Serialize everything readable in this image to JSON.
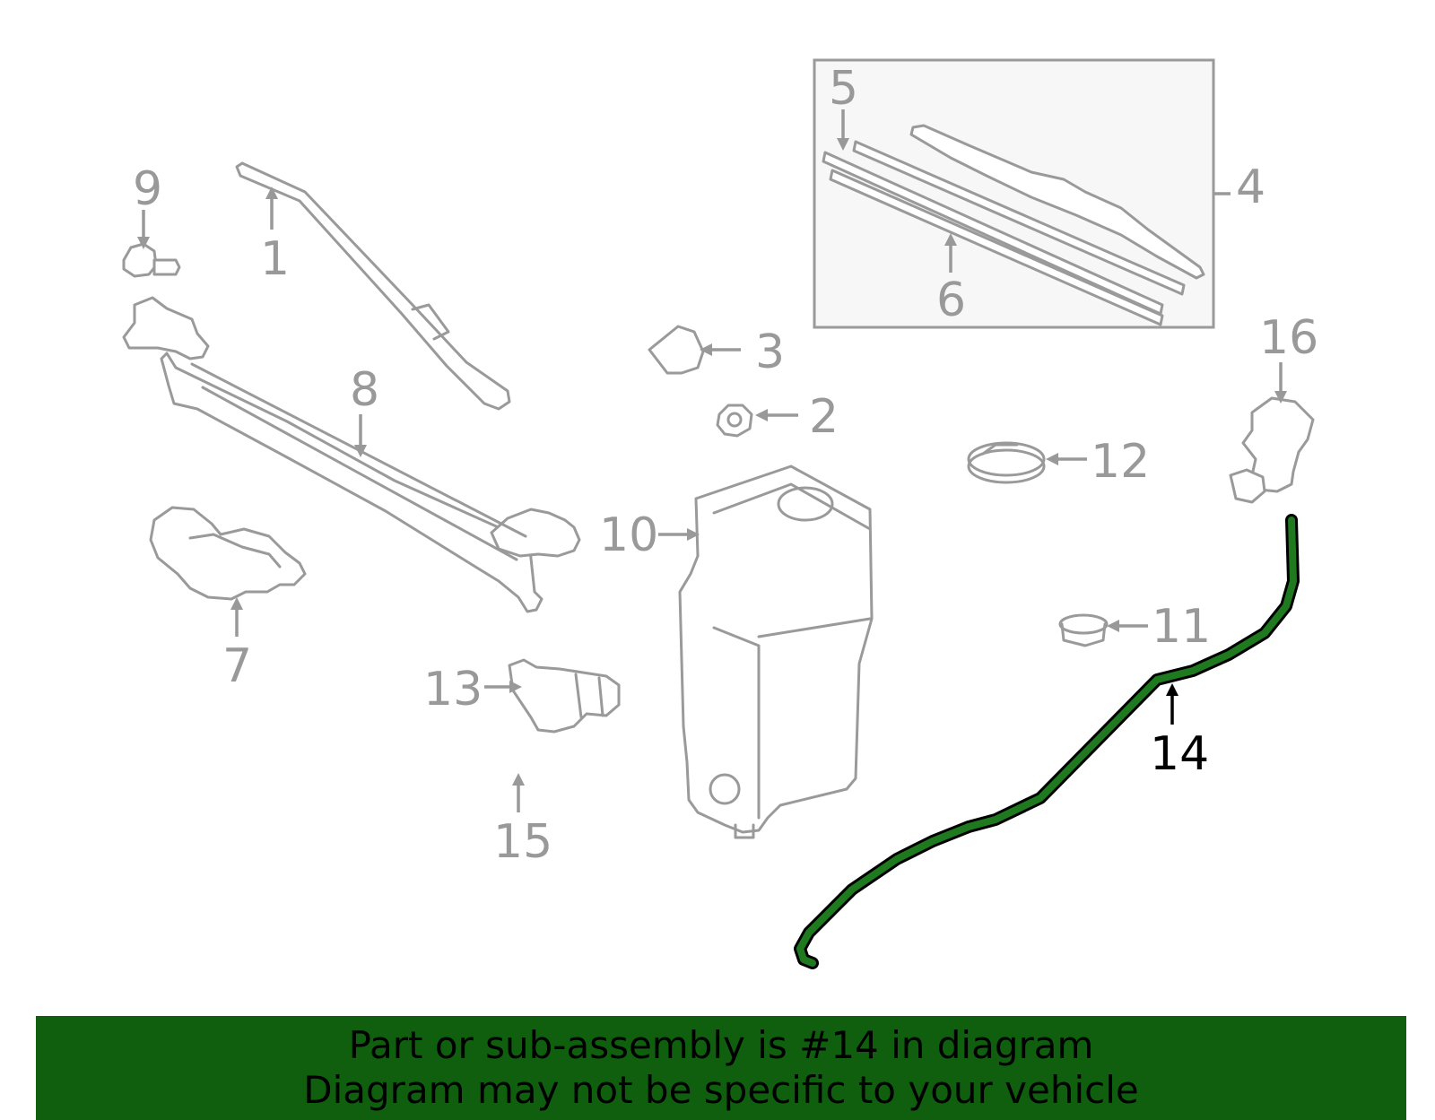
{
  "diagram": {
    "selected_part": "14",
    "colors": {
      "part_stroke": "#9a9a9a",
      "label": "#999999",
      "highlight": "#1f7a1f",
      "highlight_outline": "#000000",
      "inset_box_fill": "#f7f7f7"
    },
    "callouts": [
      "1",
      "2",
      "3",
      "4",
      "5",
      "6",
      "7",
      "8",
      "9",
      "10",
      "11",
      "12",
      "13",
      "14",
      "15",
      "16"
    ]
  },
  "banner": {
    "line1": "Part or sub-assembly is #14 in diagram",
    "line2": "Diagram may not be specific to your vehicle",
    "background": "#0f5f0f"
  }
}
